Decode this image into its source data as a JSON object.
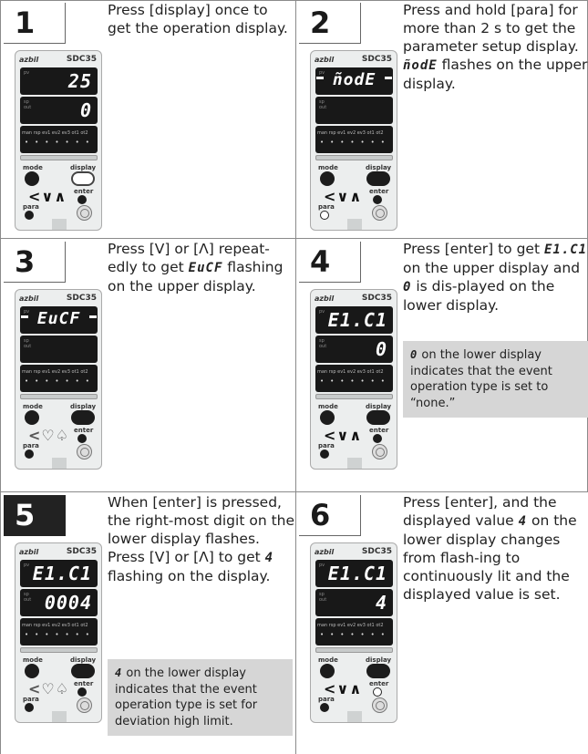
{
  "steps": [
    {
      "number": "1",
      "text": "Press [display] once to get the operation display.",
      "device": {
        "brand": "azbil",
        "model": "SDC35",
        "upper": "25",
        "lower": "0",
        "upper_flashing": false,
        "highlight_display_button": true,
        "para_outline": false,
        "enter_outline": false
      }
    },
    {
      "number": "2",
      "text_before": "Press and hold [para] for more than 2 s to get the parameter setup display.",
      "seg": "ñodE",
      "text_after": " flashes on the upper display.",
      "device": {
        "brand": "azbil",
        "model": "SDC35",
        "upper": "ñodE",
        "lower": "",
        "upper_flashing": true,
        "highlight_display_button": false,
        "para_outline": true,
        "enter_outline": false
      }
    },
    {
      "number": "3",
      "text_before": "Press [V] or [Λ] repeat-edly to get ",
      "seg": "EuCF",
      "text_after": " flashing on the upper display.",
      "device": {
        "brand": "azbil",
        "model": "SDC35",
        "upper": "EuCF",
        "lower": "",
        "upper_flashing": true,
        "highlight_display_button": false,
        "para_outline": false,
        "enter_outline": false
      }
    },
    {
      "number": "4",
      "text_a": "Press [enter] to get ",
      "seg1": "E1.C1",
      "text_b": " on the upper display and ",
      "seg2": "0",
      "text_c": " is dis-played on the lower display.",
      "note_seg": "0",
      "note": " on the lower display indicates that the event operation type is set to “none.”",
      "device": {
        "brand": "azbil",
        "model": "SDC35",
        "upper": "E1.C1",
        "lower": "0",
        "upper_flashing": false,
        "highlight_display_button": false,
        "para_outline": false,
        "enter_outline": false
      }
    },
    {
      "number": "5",
      "text_before": "When [enter] is pressed, the right-most digit on the lower display flashes. Press [V] or [Λ] to get ",
      "seg": "4",
      "text_after": " flashing on the display.",
      "note_seg": "4",
      "note": " on the lower display indicates that the event operation type is set for deviation high limit.",
      "device": {
        "brand": "azbil",
        "model": "SDC35",
        "upper": "E1.C1",
        "lower": "0004",
        "upper_flashing": false,
        "highlight_display_button": false,
        "para_outline": false,
        "enter_outline": false
      }
    },
    {
      "number": "6",
      "text_before": "Press [enter], and the displayed value ",
      "seg": "4",
      "text_after": " on the lower display changes from flash-ing to continuously lit and the displayed value is set.",
      "device": {
        "brand": "azbil",
        "model": "SDC35",
        "upper": "E1.C1",
        "lower": "4",
        "upper_flashing": false,
        "highlight_display_button": false,
        "para_outline": false,
        "enter_outline": true
      }
    }
  ],
  "device_labels": {
    "pv": "pv",
    "sp": "sp",
    "out": "out",
    "indicators": "man rsp ev1 ev2 ev3 ot1 ot2",
    "mode": "mode",
    "display": "display",
    "enter": "enter",
    "para": "para"
  }
}
